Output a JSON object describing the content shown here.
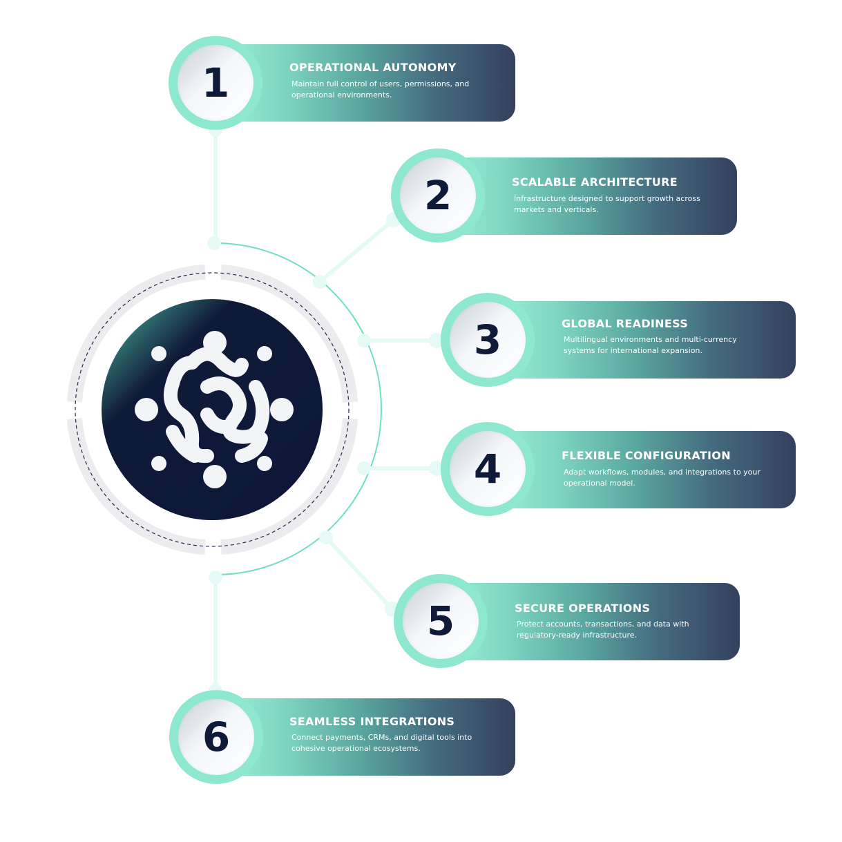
{
  "items": [
    {
      "number": "1",
      "title": "OPERATIONAL AUTONOMY",
      "description": "Maintain full control of users, permissions, and operational environments."
    },
    {
      "number": "2",
      "title": "SCALABLE ARCHITECTURE",
      "description": "Infrastructure designed to support growth across markets and verticals."
    },
    {
      "number": "3",
      "title": "GLOBAL READINESS",
      "description": "Multilingual environments and multi-currency systems for international expansion."
    },
    {
      "number": "4",
      "title": "FLEXIBLE CONFIGURATION",
      "description": "Adapt workflows, modules, and integrations to your operational model."
    },
    {
      "number": "5",
      "title": "SECURE OPERATIONS",
      "description": "Protect accounts, transactions, and data with regulatory-ready infrastructure."
    },
    {
      "number": "6",
      "title": "SEAMLESS INTEGRATIONS",
      "description": "Connect payments, CRMs, and digital tools into cohesive operational ecosystems."
    }
  ],
  "center": {
    "icon": "molecular-network-logo-icon"
  },
  "colors": {
    "navy": "#0f1a38",
    "mint": "#8ee8d0",
    "card_start": "#9ff0d8",
    "card_end": "#34405e",
    "ring": "#ececee",
    "connector": "#e6faf5",
    "arc": "#6fe0c4"
  }
}
